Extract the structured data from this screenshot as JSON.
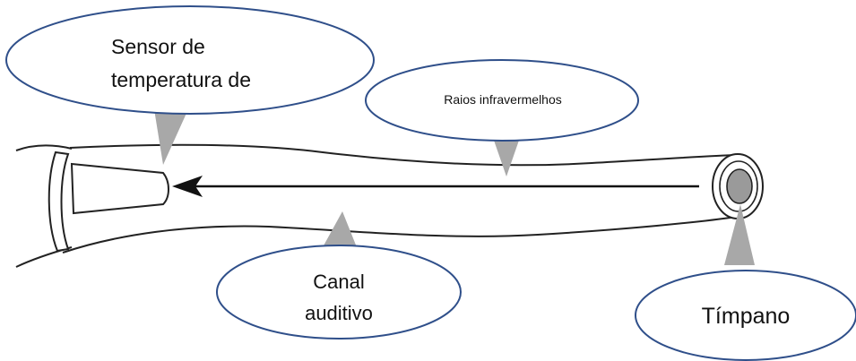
{
  "diagram": {
    "labels": {
      "sensor_line1": "Sensor de",
      "sensor_line2": "temperatura de",
      "infrared": "Raios infravermelhos",
      "canal_line1": "Canal",
      "canal_line2": "auditivo",
      "eardrum": "Tímpano"
    },
    "colors": {
      "callout_stroke": "#2f4f8a",
      "pointer_fill": "#a8a8a8",
      "outline": "#222222",
      "eardrum_fill": "#9a9a9a"
    }
  }
}
